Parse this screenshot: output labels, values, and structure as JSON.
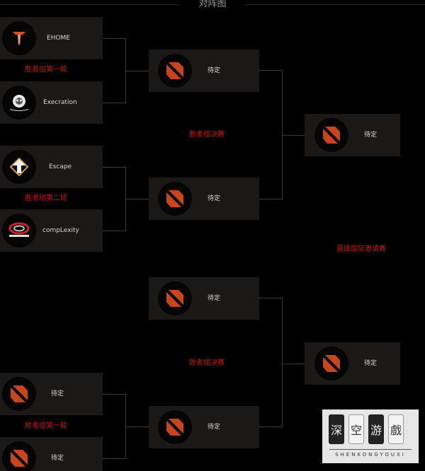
{
  "header": {
    "title": "对阵图"
  },
  "colors": {
    "background": "#000000",
    "box": "#1a1918",
    "round_label": "#c61a1a",
    "dota_orange": "#c9451f",
    "connector": "#3a3a3a"
  },
  "winners_bracket": {
    "round1": {
      "label": "胜者组第一轮",
      "teams": [
        {
          "name": "EHOME",
          "logo": "ehome-logo"
        },
        {
          "name": "Execration",
          "logo": "execration-logo"
        }
      ]
    },
    "round2": {
      "label": "胜者组第二轮",
      "teams": [
        {
          "name": "Escape",
          "logo": "escape-logo"
        },
        {
          "name": "compLexity",
          "logo": "complexity-logo"
        }
      ]
    },
    "final": {
      "label": "胜者组决赛",
      "slots": [
        {
          "name": "待定"
        },
        {
          "name": "待定"
        }
      ]
    },
    "winner": {
      "name": "待定"
    }
  },
  "advance_label": "晋级国际邀请赛",
  "losers_bracket": {
    "final": {
      "label": "败者组决赛",
      "slots": [
        {
          "name": "待定"
        },
        {
          "name": "待定"
        }
      ]
    },
    "winner": {
      "name": "待定"
    },
    "round1": {
      "label": "败者组第一轮",
      "teams": [
        {
          "name": "待定"
        },
        {
          "name": "待定"
        }
      ]
    }
  },
  "watermark": {
    "chars": [
      "深",
      "空",
      "游",
      "戲"
    ],
    "subtitle": "SHENKONGYOUXI"
  }
}
